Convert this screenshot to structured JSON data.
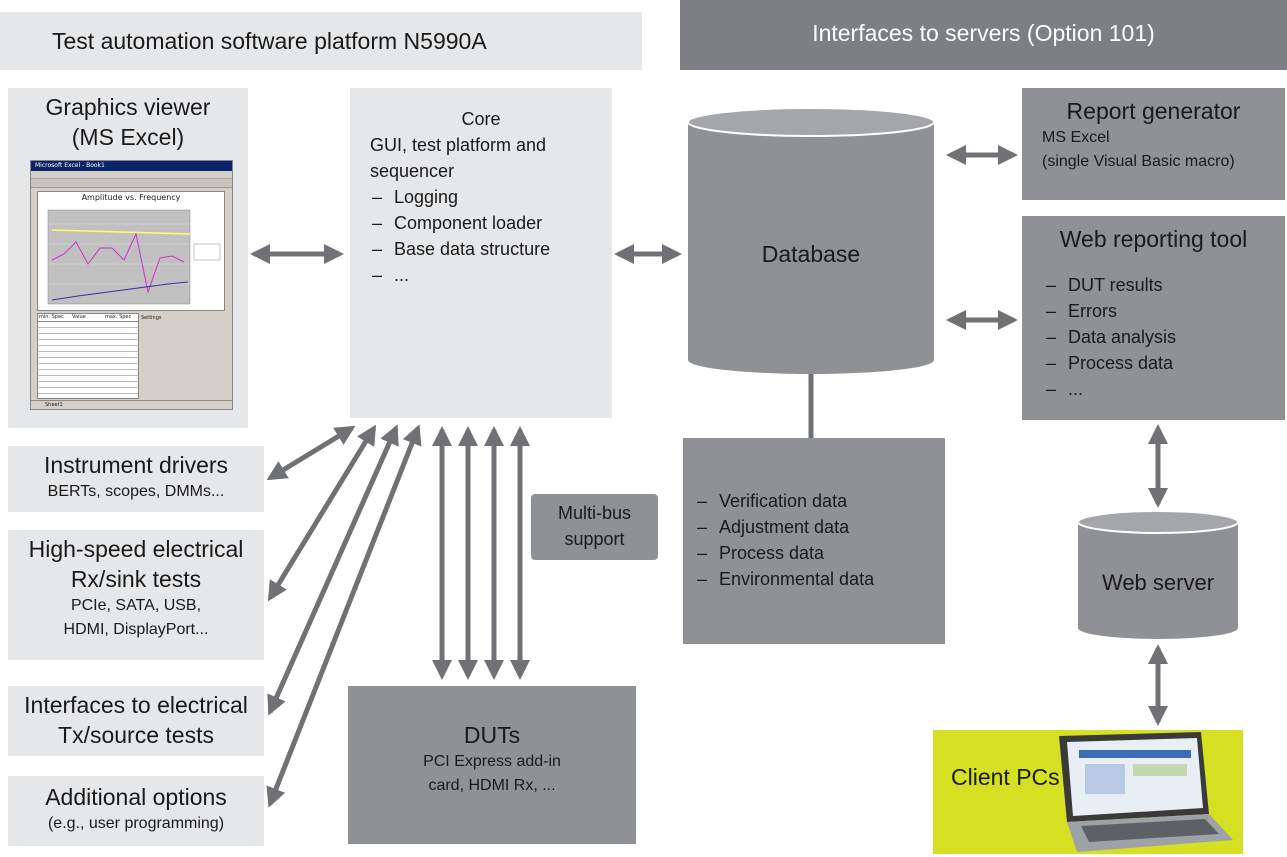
{
  "headers": {
    "left": "Test automation software platform N5990A",
    "right": "Interfaces to servers (Option 101)"
  },
  "graphics_viewer": {
    "title_line1": "Graphics viewer",
    "title_line2": "(MS Excel)",
    "screenshot": {
      "window_title": "Microsoft Excel - Book1",
      "chart_title": "Amplitude vs. Frequency",
      "sheet_tab": "Sheet1",
      "table_headers": [
        "min. Spec",
        "Value",
        "max. Spec"
      ],
      "settings_label": "Settings"
    }
  },
  "core": {
    "title": "Core",
    "description": "GUI, test platform and sequencer",
    "items": [
      "Logging",
      "Component loader",
      "Base data structure",
      "..."
    ]
  },
  "instrument_drivers": {
    "title": "Instrument drivers",
    "subtitle": "BERTs, scopes, DMMs..."
  },
  "high_speed": {
    "title_line1": "High-speed electrical",
    "title_line2": "Rx/sink tests",
    "sub_line1": "PCIe, SATA, USB,",
    "sub_line2": "HDMI, DisplayPort..."
  },
  "interfaces_electrical": {
    "title_line1": "Interfaces to electrical",
    "title_line2": "Tx/source tests"
  },
  "additional_options": {
    "title": "Additional options",
    "subtitle": "(e.g., user programming)"
  },
  "multibus": {
    "line1": "Multi-bus",
    "line2": "support"
  },
  "duts": {
    "title": "DUTs",
    "sub_line1": "PCI Express add-in",
    "sub_line2": "card, HDMI Rx, ..."
  },
  "database": {
    "label": "Database"
  },
  "data_types": {
    "items": [
      "Verification data",
      "Adjustment data",
      "Process data",
      "Environmental data"
    ]
  },
  "report_generator": {
    "title": "Report generator",
    "line1": "MS Excel",
    "line2": "(single Visual Basic macro)"
  },
  "web_reporting": {
    "title": "Web reporting tool",
    "items": [
      "DUT results",
      "Errors",
      "Data analysis",
      "Process data",
      "..."
    ]
  },
  "web_server": {
    "label": "Web server"
  },
  "client_pcs": {
    "label": "Client PCs"
  },
  "colors": {
    "light_box": "#e6e7e9",
    "dark_box": "#8f9194",
    "arrow": "#6f7174",
    "client_bg": "#d4e021"
  }
}
